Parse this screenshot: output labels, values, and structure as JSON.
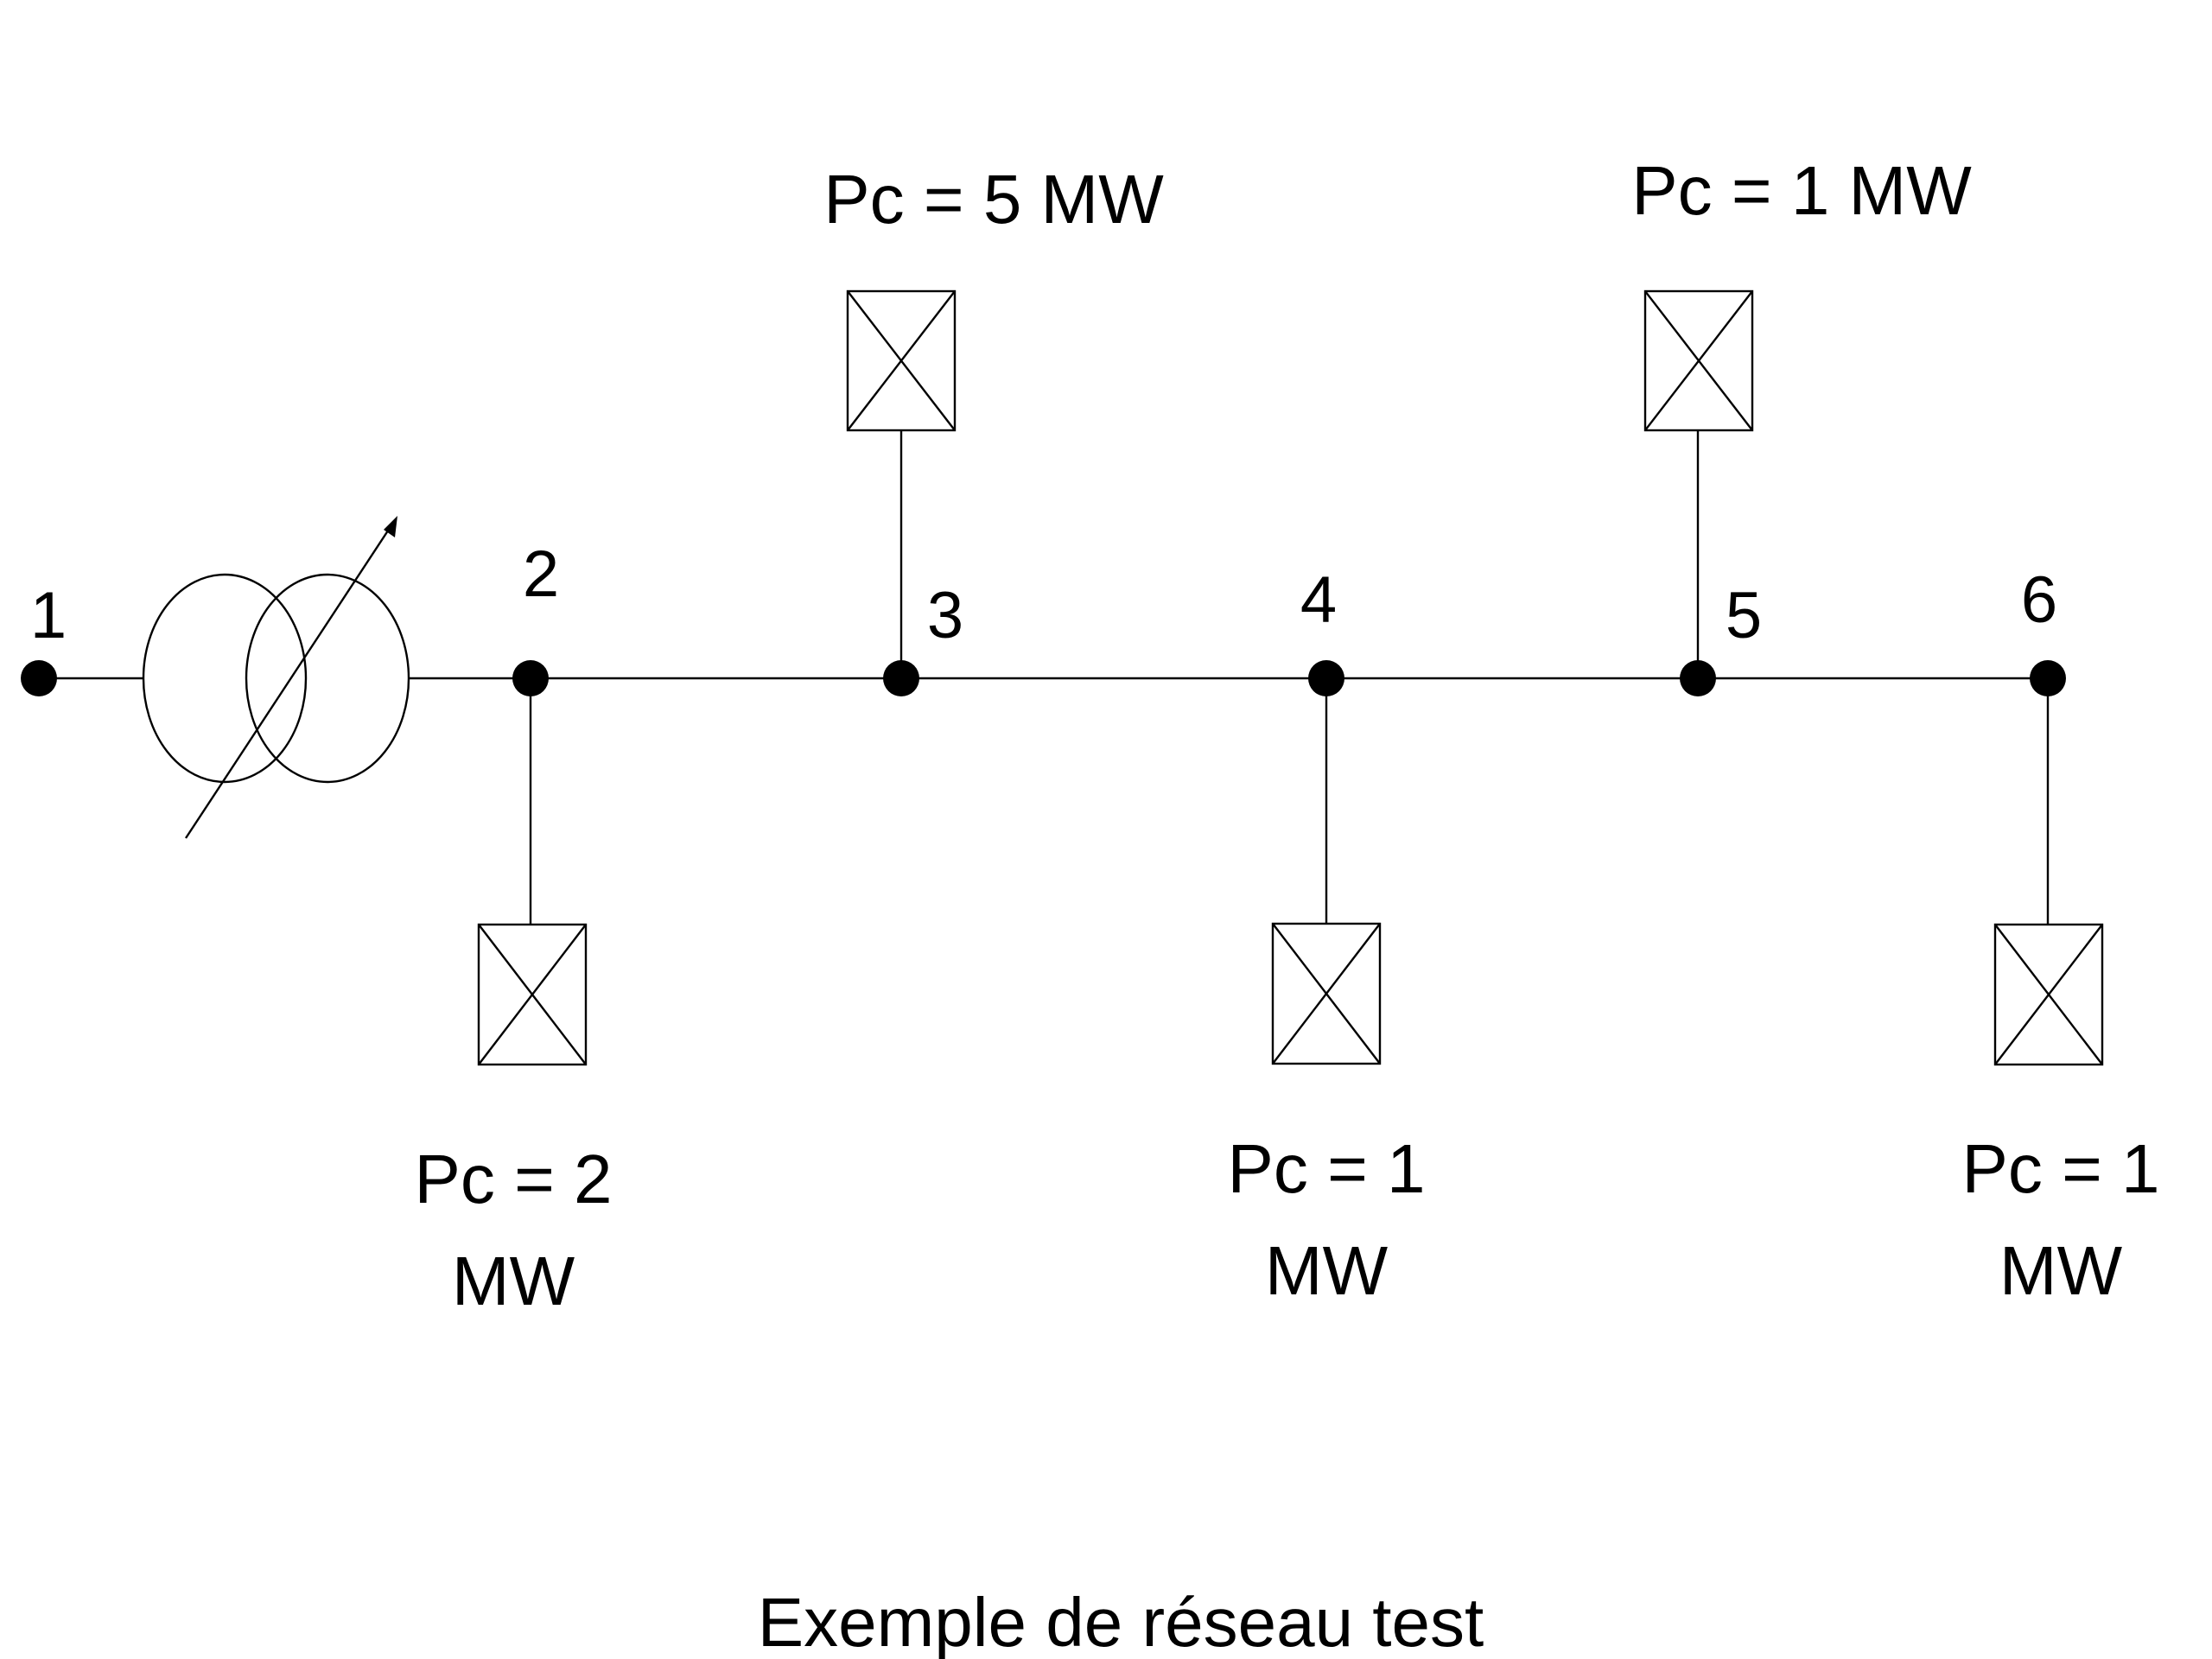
{
  "nodes": [
    {
      "id": "1",
      "label": "1"
    },
    {
      "id": "2",
      "label": "2"
    },
    {
      "id": "3",
      "label": "3"
    },
    {
      "id": "4",
      "label": "4"
    },
    {
      "id": "5",
      "label": "5"
    },
    {
      "id": "6",
      "label": "6"
    }
  ],
  "loads": [
    {
      "node": "2",
      "line1": "Pc = 2",
      "line2": "MW"
    },
    {
      "node": "3",
      "line1": "Pc = 5 MW"
    },
    {
      "node": "4",
      "line1": "Pc = 1",
      "line2": "MW"
    },
    {
      "node": "5",
      "line1": "Pc = 1 MW"
    },
    {
      "node": "6",
      "line1": "Pc = 1",
      "line2": "MW"
    }
  ],
  "caption": "Exemple de réseau test"
}
